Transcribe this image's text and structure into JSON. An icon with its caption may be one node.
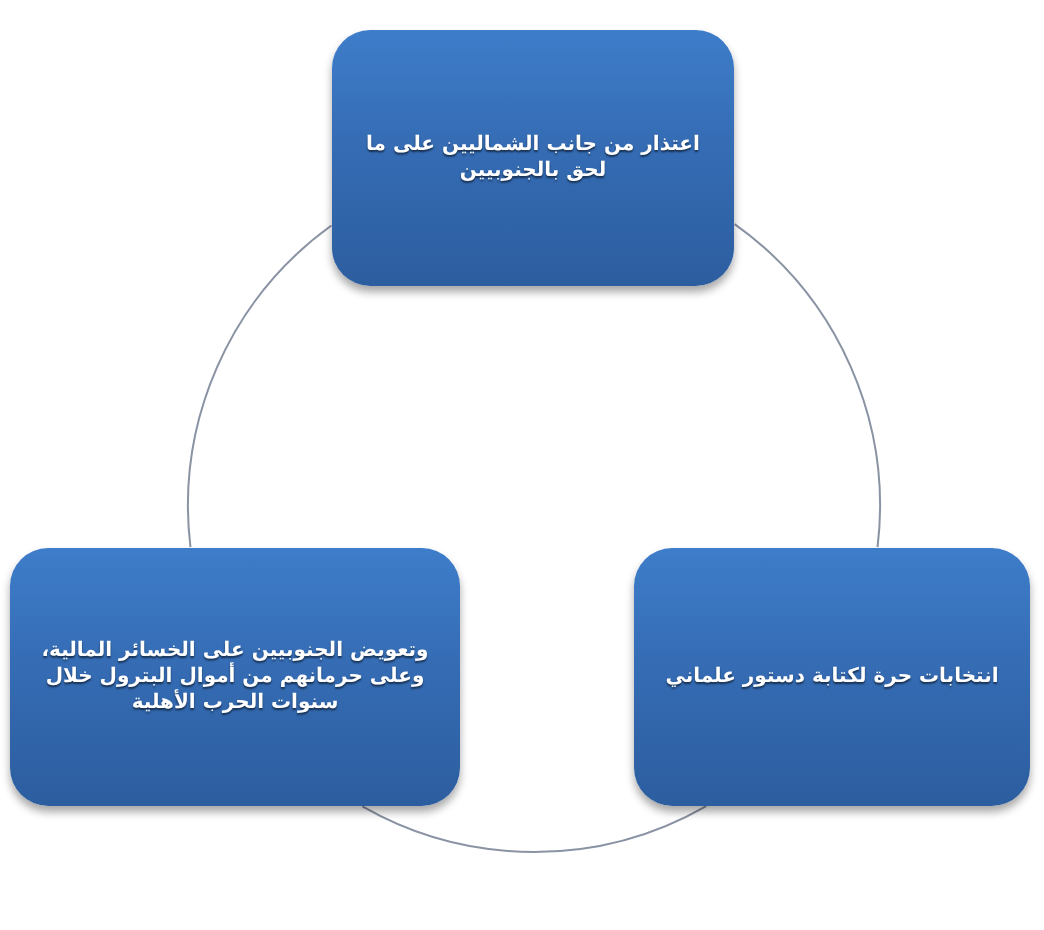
{
  "diagram": {
    "nodes": [
      {
        "text": [
          "اعتذار من جانب الشماليين على ما لحق بالجنوبيين"
        ]
      },
      {
        "text": [
          "انتخابات حرة لكتابة دستور علماني"
        ]
      },
      {
        "text": [
          "وتعويض الجنوبيين على الخسائر المالية، وعلى حرمانهم من أموال البترول خلال سنوات الحرب الأهلية"
        ]
      }
    ],
    "edges": [
      {
        "from": 0,
        "to": 1,
        "arrow": "none"
      },
      {
        "from": 1,
        "to": 2,
        "arrow": "none"
      },
      {
        "from": 2,
        "to": 0,
        "arrow": "none"
      }
    ]
  }
}
